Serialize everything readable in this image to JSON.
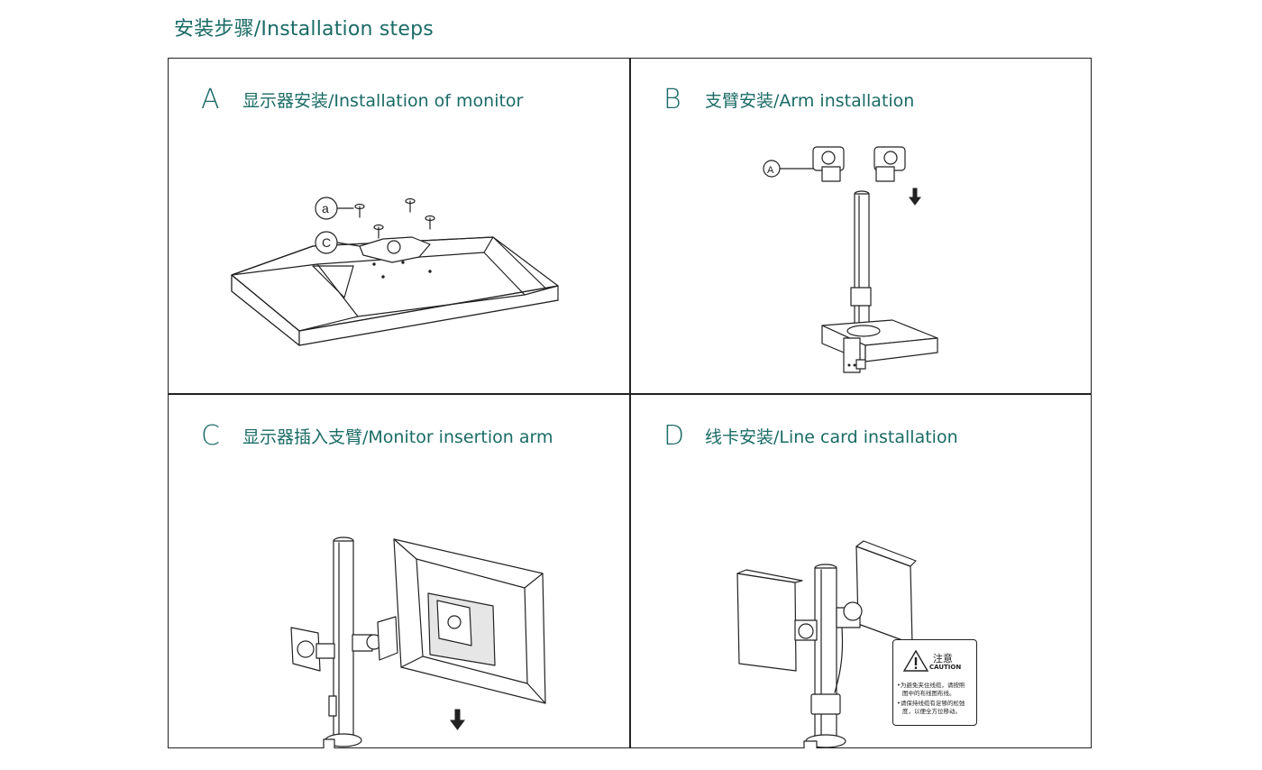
{
  "page": {
    "title": "安装步骤/Installation steps"
  },
  "steps": [
    {
      "letter": "A",
      "title": "显示器安装/Installation of monitor"
    },
    {
      "letter": "B",
      "title": "支臂安装/Arm installation"
    },
    {
      "letter": "C",
      "title": "显示器插入支臂/Monitor insertion arm"
    },
    {
      "letter": "D",
      "title": "线卡安装/Line card installation"
    }
  ],
  "callouts": {
    "screw": "a",
    "plate": "C",
    "arm": "A"
  },
  "caution": {
    "title": "注意",
    "subtitle": "CAUTION",
    "lines": [
      "•为避免夹住线缆，请按照",
      "图中的布线图布线。",
      "•请保持线缆有足够的松弛",
      "度，以便全方位移动。"
    ]
  }
}
